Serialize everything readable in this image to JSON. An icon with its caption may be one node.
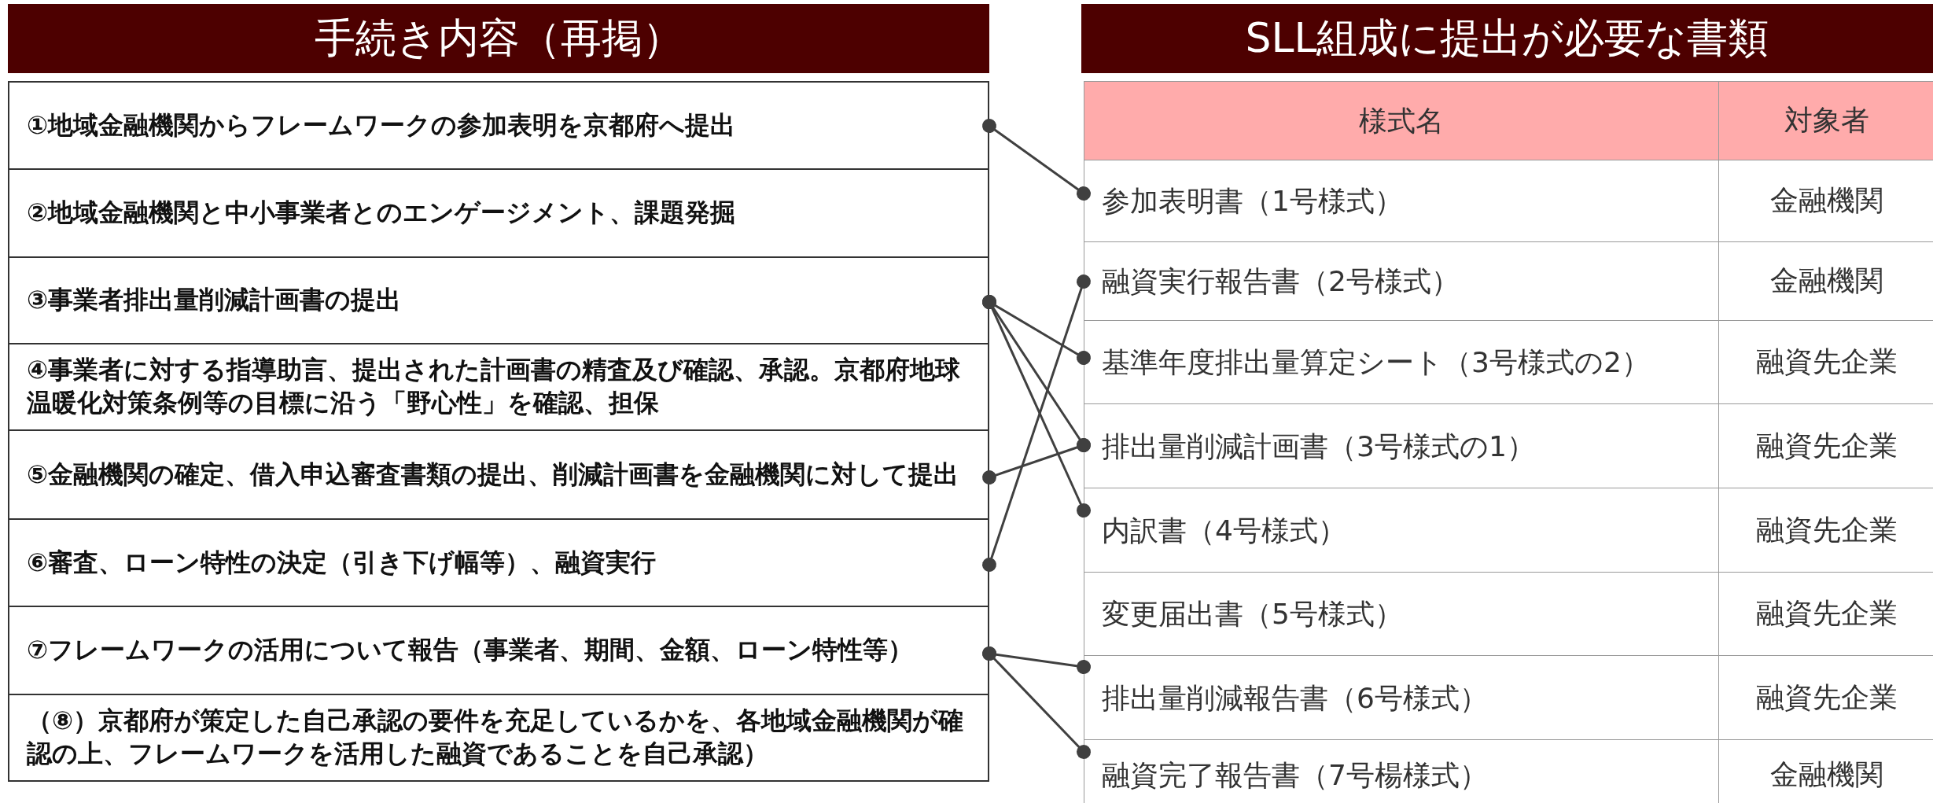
{
  "diagram": {
    "nodes": [
      {
        "text": [
          "手続き内容（再掲）"
        ]
      },
      {
        "text": [
          "①地域金融機関からフレームワークの参加表明を京都府へ提出"
        ]
      },
      {
        "text": [
          "②地域金融機関と中小事業者とのエンゲージメント、課題発掘"
        ]
      },
      {
        "text": [
          "③事業者排出量削減計画書の提出"
        ]
      },
      {
        "text": [
          "④事業者に対する指導助言、提出された計画書の精査及び確認、承認。京都府地球温暖化対策条例等の目標に沿う「野心性」を確認、担保"
        ]
      },
      {
        "text": [
          "⑤金融機関の確定、借入申込審査書類の提出、削減計画書を金融機関に対して提出"
        ]
      },
      {
        "text": [
          "⑥審査、ローン特性の決定（引き下げ幅等）、融資実行"
        ]
      },
      {
        "text": [
          "⑦フレームワークの活用について報告（事業者、期間、金額、ローン特性等）"
        ]
      },
      {
        "text": [
          "（⑧）京都府が策定した自己承認の要件を充足しているかを、各地域金融機関が確認の上、フレームワークを活用した融資であることを自己承認）"
        ]
      },
      {
        "text": [
          "SLL組成に提出が必要な書類"
        ]
      },
      {
        "text": [
          "様式名",
          "対象者"
        ]
      },
      {
        "text": [
          "参加表明書（1号様式）",
          "金融機関"
        ]
      },
      {
        "text": [
          "融資実行報告書（2号様式）",
          "金融機関"
        ]
      },
      {
        "text": [
          "基準年度排出量算定シート（3号様式の2）",
          "融資先企業"
        ]
      },
      {
        "text": [
          "排出量削減計画書（3号様式の1）",
          "融資先企業"
        ]
      },
      {
        "text": [
          "内訳書（4号様式）",
          "融資先企業"
        ]
      },
      {
        "text": [
          "変更届出書（5号様式）",
          "融資先企業"
        ]
      },
      {
        "text": [
          "排出量削減報告書（6号様式）",
          "融資先企業"
        ]
      },
      {
        "text": [
          "融資完了報告書（7号楊様式）",
          "金融機関"
        ]
      }
    ],
    "edges": [
      {
        "from": 1,
        "to": 11,
        "arrow": "other"
      },
      {
        "from": 3,
        "to": 13,
        "arrow": "other"
      },
      {
        "from": 3,
        "to": 14,
        "arrow": "other"
      },
      {
        "from": 3,
        "to": 15,
        "arrow": "other"
      },
      {
        "from": 5,
        "to": 14,
        "arrow": "other"
      },
      {
        "from": 6,
        "to": 12,
        "arrow": "other"
      },
      {
        "from": 7,
        "to": 17,
        "arrow": "other"
      },
      {
        "from": 7,
        "to": 18,
        "arrow": "other"
      }
    ]
  }
}
